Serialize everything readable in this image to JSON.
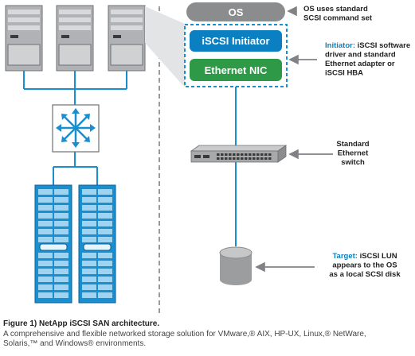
{
  "boxes": {
    "os": "OS",
    "initiator": "iSCSI Initiator",
    "nic": "Ethernet NIC"
  },
  "annotations": {
    "os_line1": "OS uses standard",
    "os_line2": "SCSI command set",
    "initiator_lead": "Initiator:",
    "initiator_line1": " iSCSI software",
    "initiator_line2": "driver and standard",
    "initiator_line3": "Ethernet adapter or",
    "initiator_line4": "iSCSI HBA",
    "switch_line1": "Standard",
    "switch_line2": "Ethernet",
    "switch_line3": "switch",
    "target_lead": "Target:",
    "target_line1": " iSCSI LUN",
    "target_line2": "appears to the OS",
    "target_line3": "as a local SCSI disk"
  },
  "caption": {
    "title": "Figure 1) NetApp iSCSI SAN architecture.",
    "line1": "A comprehensive and flexible networked storage solution for VMware,® AIX, HP-UX, Linux,® NetWare,",
    "line2": "Solaris,™ and Windows® environments."
  },
  "colors": {
    "gray_box": "#8a8c8e",
    "blue_box": "#0a7fc1",
    "green_box": "#2e9a47",
    "dashed_outline": "#1a8fcf",
    "network_line": "#1a8fcf",
    "accent_text": "#0a7fc1",
    "arrow": "#808285",
    "divider": "#9a9a9a"
  },
  "icons": [
    "server-icon",
    "network-switch-icon",
    "storage-array-icon",
    "ethernet-switch-icon",
    "disk-icon"
  ]
}
